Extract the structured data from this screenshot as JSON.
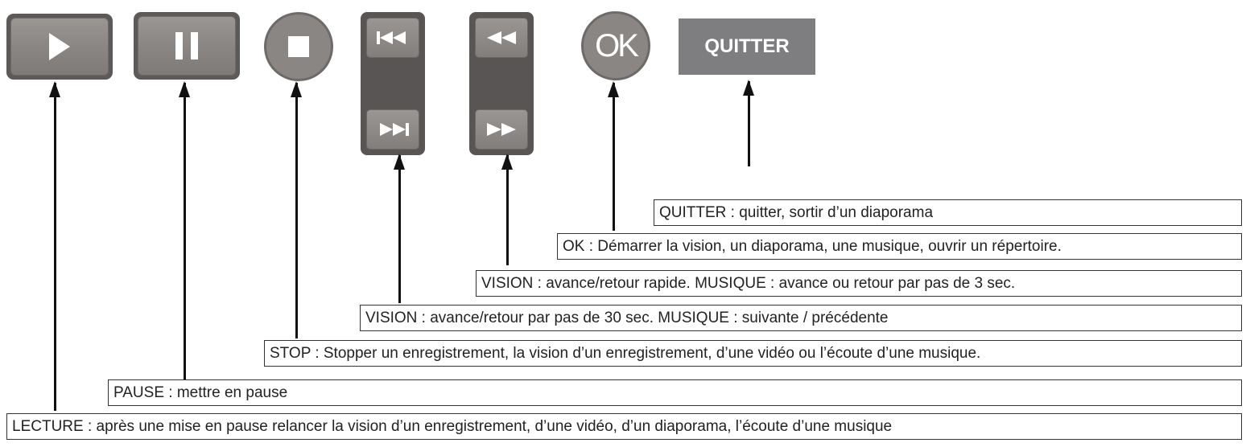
{
  "buttons": {
    "play": {
      "icon": "play-icon"
    },
    "pause": {
      "icon": "pause-icon"
    },
    "stop": {
      "icon": "stop-icon"
    },
    "prev": {
      "icon": "skip-previous-icon"
    },
    "next": {
      "icon": "skip-next-icon"
    },
    "rewind": {
      "icon": "rewind-icon"
    },
    "forward": {
      "icon": "fast-forward-icon"
    },
    "ok": {
      "label": "OK"
    },
    "quit": {
      "label": "QUITTER"
    }
  },
  "labels": {
    "quitter": "QUITTER : quitter, sortir d’un diaporama",
    "ok": "OK : Démarrer la vision, un diaporama, une musique, ouvrir un répertoire.",
    "rapide": "VISION : avance/retour rapide. MUSIQUE : avance ou retour par pas de 3 sec.",
    "pas30": "VISION : avance/retour par pas de 30 sec. MUSIQUE : suivante / précédente",
    "stop": "STOP : Stopper un enregistrement, la vision d’un enregistrement, d’une vidéo ou l’écoute d’une musique.",
    "pause": "PAUSE : mettre en pause",
    "lecture": "LECTURE : après une mise en pause relancer la vision d’un enregistrement, d’une vidéo, d’un diaporama, l’écoute d’une musique"
  },
  "colors": {
    "button_dark": "#5c5958",
    "button_face": "#8a8684",
    "quit_bg": "#7e7d7f",
    "arrow": "#111111"
  }
}
